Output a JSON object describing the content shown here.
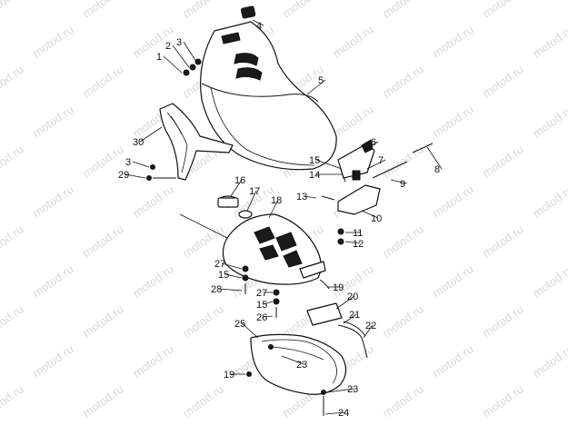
{
  "watermark": {
    "text": "motod.ru",
    "color": "#d9d9d9"
  },
  "callouts": [
    {
      "id": "c1",
      "label": "1"
    },
    {
      "id": "c2",
      "label": "2"
    },
    {
      "id": "c3a",
      "label": "3"
    },
    {
      "id": "c4",
      "label": "4"
    },
    {
      "id": "c5",
      "label": "5"
    },
    {
      "id": "c6",
      "label": "6"
    },
    {
      "id": "c7",
      "label": "7"
    },
    {
      "id": "c8",
      "label": "8"
    },
    {
      "id": "c9",
      "label": "9"
    },
    {
      "id": "c10",
      "label": "10"
    },
    {
      "id": "c11",
      "label": "11"
    },
    {
      "id": "c12",
      "label": "12"
    },
    {
      "id": "c13",
      "label": "13"
    },
    {
      "id": "c14",
      "label": "14"
    },
    {
      "id": "c15a",
      "label": "15"
    },
    {
      "id": "c16",
      "label": "16"
    },
    {
      "id": "c17",
      "label": "17"
    },
    {
      "id": "c18",
      "label": "18"
    },
    {
      "id": "c19a",
      "label": "19"
    },
    {
      "id": "c20",
      "label": "20"
    },
    {
      "id": "c21",
      "label": "21"
    },
    {
      "id": "c22",
      "label": "22"
    },
    {
      "id": "c23a",
      "label": "23"
    },
    {
      "id": "c24",
      "label": "24"
    },
    {
      "id": "c25",
      "label": "25"
    },
    {
      "id": "c26",
      "label": "26"
    },
    {
      "id": "c27a",
      "label": "27"
    },
    {
      "id": "c28",
      "label": "28"
    },
    {
      "id": "c29",
      "label": "29"
    },
    {
      "id": "c30",
      "label": "30"
    },
    {
      "id": "c3b",
      "label": "3"
    },
    {
      "id": "c15b",
      "label": "15"
    },
    {
      "id": "c27b",
      "label": "27"
    },
    {
      "id": "c15c",
      "label": "15"
    },
    {
      "id": "c23b",
      "label": "23"
    },
    {
      "id": "c19b",
      "label": "19"
    }
  ]
}
